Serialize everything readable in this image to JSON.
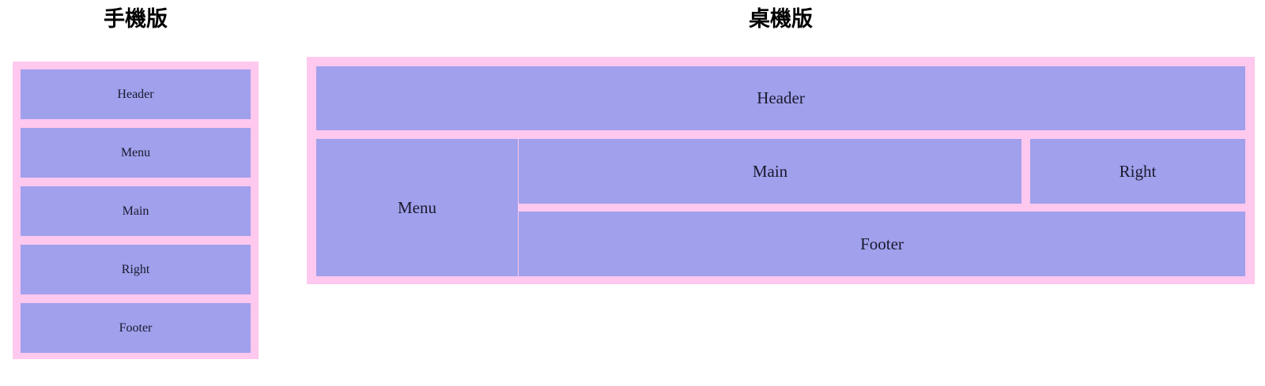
{
  "theme": {
    "pink": "#ffc8ee",
    "purple": "#a0a0ec",
    "ink": "#1a1a2e",
    "background": "#ffffff"
  },
  "mobile": {
    "title": "手機版",
    "cells": [
      {
        "label": "Header"
      },
      {
        "label": "Menu"
      },
      {
        "label": "Main"
      },
      {
        "label": "Right"
      },
      {
        "label": "Footer"
      }
    ]
  },
  "desktop": {
    "title": "桌機版",
    "cells": {
      "header": {
        "label": "Header"
      },
      "menu": {
        "label": "Menu"
      },
      "main": {
        "label": "Main"
      },
      "right": {
        "label": "Right"
      },
      "footer": {
        "label": "Footer"
      }
    }
  }
}
